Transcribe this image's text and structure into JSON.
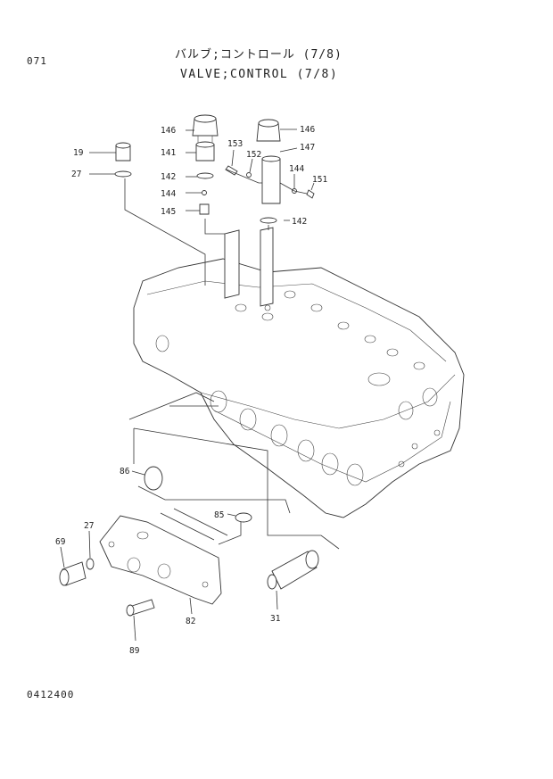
{
  "header": {
    "page_number": "071",
    "title_jp": "バルブ;コントロール (7/8)",
    "title_en": "VALVE;CONTROL (7/8)"
  },
  "footer": {
    "document_code": "0412400"
  },
  "callouts": [
    {
      "id": "c146a",
      "label": "146"
    },
    {
      "id": "c141",
      "label": "141"
    },
    {
      "id": "c142a",
      "label": "142"
    },
    {
      "id": "c144a",
      "label": "144"
    },
    {
      "id": "c145",
      "label": "145"
    },
    {
      "id": "c19",
      "label": "19"
    },
    {
      "id": "c27a",
      "label": "27"
    },
    {
      "id": "c146b",
      "label": "146"
    },
    {
      "id": "c147",
      "label": "147"
    },
    {
      "id": "c153",
      "label": "153"
    },
    {
      "id": "c152",
      "label": "152"
    },
    {
      "id": "c144b",
      "label": "144"
    },
    {
      "id": "c151",
      "label": "151"
    },
    {
      "id": "c142b",
      "label": "142"
    },
    {
      "id": "c86",
      "label": "86"
    },
    {
      "id": "c85",
      "label": "85"
    },
    {
      "id": "c27b",
      "label": "27"
    },
    {
      "id": "c69",
      "label": "69"
    },
    {
      "id": "c82",
      "label": "82"
    },
    {
      "id": "c89",
      "label": "89"
    },
    {
      "id": "c31",
      "label": "31"
    }
  ]
}
